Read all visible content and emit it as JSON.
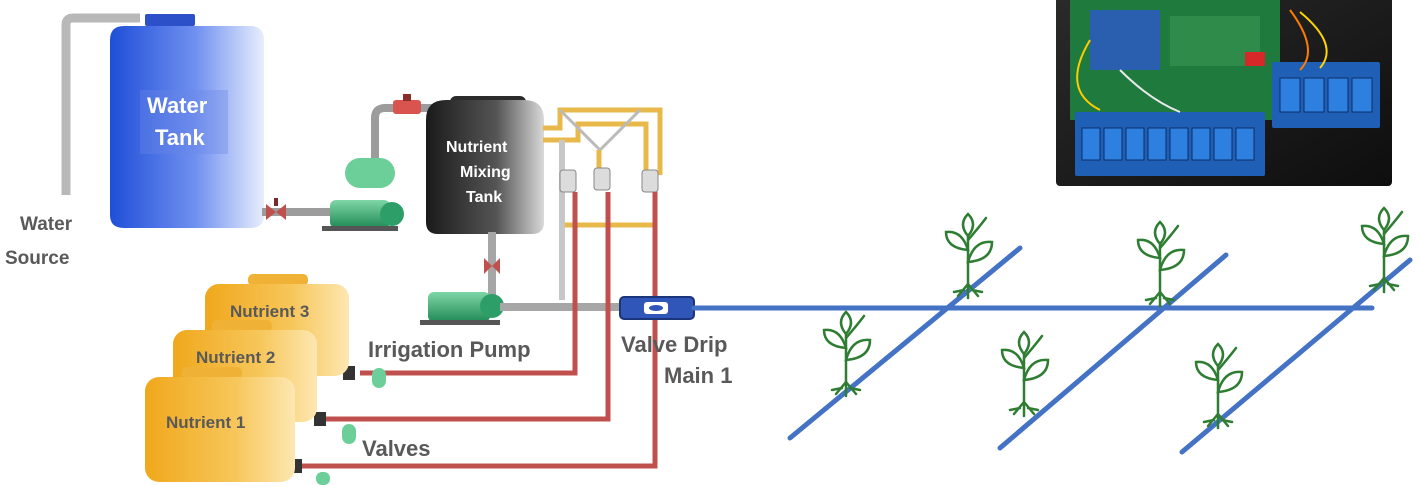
{
  "labels": {
    "water_tank": [
      "Water",
      "Tank"
    ],
    "water_source": [
      "Water",
      "Source"
    ],
    "mixing_tank": [
      "Nutrient",
      "Mixing",
      "Tank"
    ],
    "nutrient_3": "Nutrient 3",
    "nutrient_2": "Nutrient 2",
    "nutrient_1": "Nutrient 1",
    "irrigation_pump": "Irrigation Pump",
    "valves": "Valves",
    "valve_drip": [
      "Valve Drip",
      "Main 1"
    ]
  },
  "colors": {
    "water_blue": "#3a5fcd",
    "drip_line": "#4472c4",
    "pipe_gray": "#a6a6a6",
    "pipe_red": "#c0504d",
    "pipe_yellow": "#e8b84b",
    "nutrient_tank": "#f5b731",
    "pump_green": "#3cb371",
    "plant_green": "#2e7d32",
    "label_gray": "#595959"
  },
  "icons": {
    "plant": "sprout-icon",
    "controller": "relay-board-photo"
  }
}
